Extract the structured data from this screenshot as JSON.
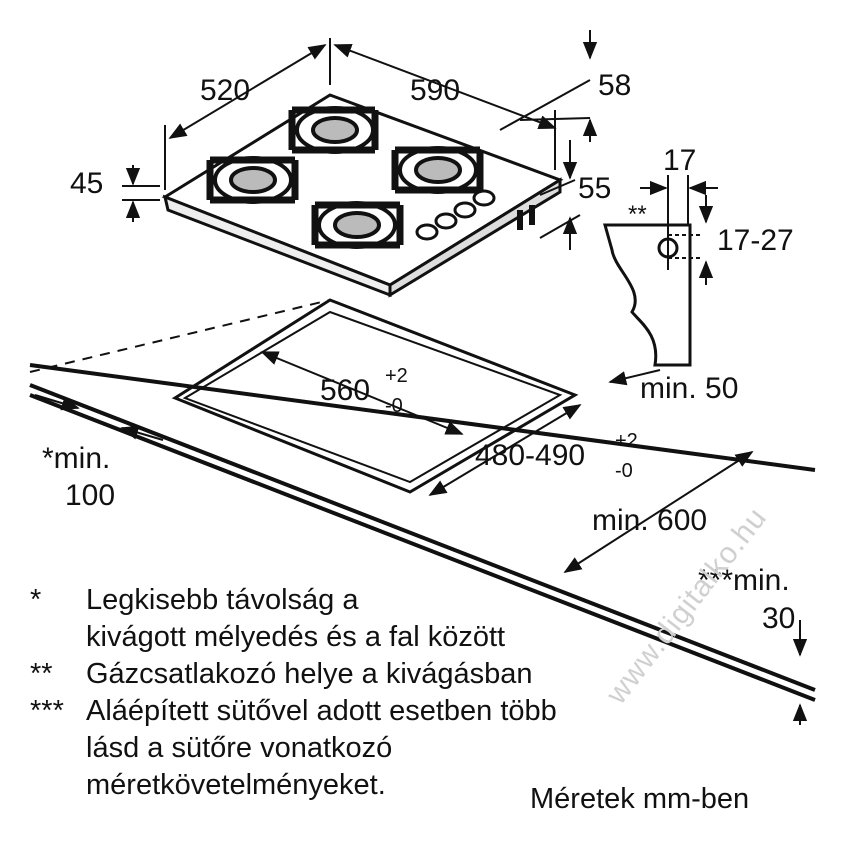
{
  "dimensions": {
    "width_520": "520",
    "depth_590": "590",
    "h_58": "58",
    "h_45": "45",
    "h_55": "55",
    "d_17": "17",
    "d_17_27": "17-27",
    "gas_mark": "**",
    "min_50": "min. 50",
    "cutout_560": "560",
    "cutout_560_tol_plus": "+2",
    "cutout_560_tol_minus": "-0",
    "cutout_480": "480-490",
    "cutout_480_tol_plus": "+2",
    "cutout_480_tol_minus": "-0",
    "min_100_line1": "*min.",
    "min_100_line2": "100",
    "min_600": "min. 600",
    "min_30_line1": "***min.",
    "min_30_line2": "30"
  },
  "notes": [
    {
      "mark": "*",
      "lines": [
        "Legkisebb távolság a",
        "kivágott mélyedés és a fal között"
      ]
    },
    {
      "mark": "**",
      "lines": [
        "Gázcsatlakozó helye a kivágásban"
      ]
    },
    {
      "mark": "***",
      "lines": [
        "Aláépített sütővel adott esetben több",
        "lásd a sütőre vonatkozó",
        "méretkövetelményeket."
      ]
    }
  ],
  "units_label": "Méretek mm-ben",
  "watermark": "www.digitalko.hu"
}
